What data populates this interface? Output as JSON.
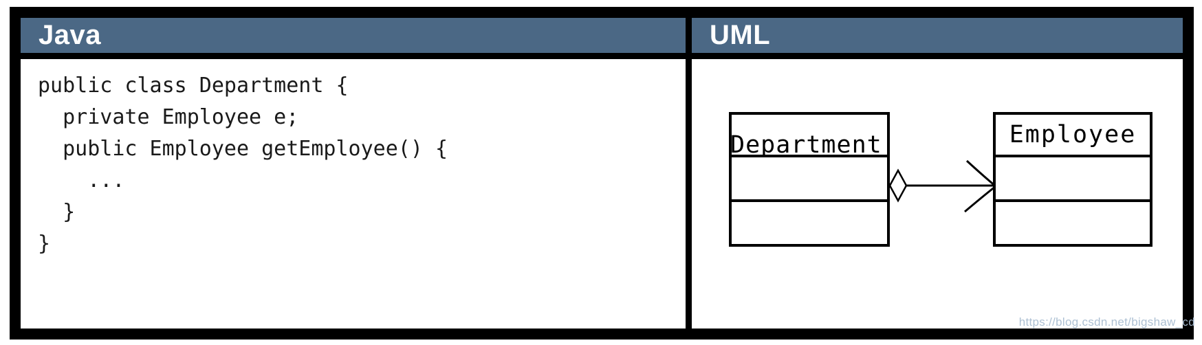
{
  "header": {
    "java_label": "Java",
    "uml_label": "UML"
  },
  "code": {
    "lines": [
      "public class Department {",
      "  private Employee e;",
      "  public Employee getEmployee() {",
      "    ...",
      "  }",
      "}"
    ]
  },
  "uml": {
    "department_class": {
      "name": "Department"
    },
    "employee_class": {
      "name": "Employee"
    },
    "relationship": {
      "type": "aggregation",
      "diamond_end": "Department",
      "arrow_end": "Employee"
    }
  },
  "watermark": {
    "url_text": "https://blog.csdn.net/bigshaw_cd"
  },
  "colors": {
    "header_bg": "#4b6885",
    "table_border": "#000000",
    "header_text": "#ffffff",
    "code_text": "#1a1a1a",
    "watermark_text": "#a9bdd1"
  }
}
